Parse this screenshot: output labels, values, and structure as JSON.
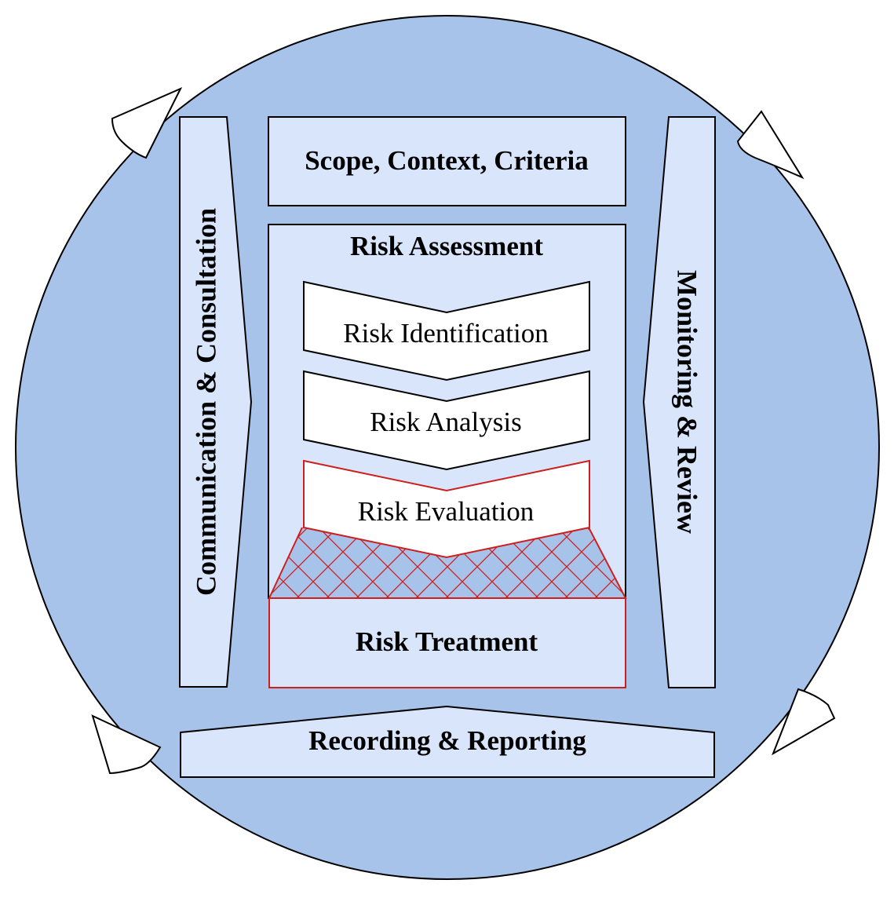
{
  "colors": {
    "circle_fill": "#a8c3ea",
    "box_fill": "#d8e5fb",
    "chevron_fill": "#ffffff",
    "outline": "#000000",
    "highlight": "#cc1f1f"
  },
  "labels": {
    "scope": "Scope, Context, Criteria",
    "assessment": "Risk Assessment",
    "identification": "Risk Identification",
    "analysis": "Risk Analysis",
    "evaluation": "Risk Evaluation",
    "treatment": "Risk Treatment",
    "communication": "Communication & Consultation",
    "monitoring": "Monitoring & Review",
    "recording": "Recording & Reporting"
  },
  "icons": {
    "cycle_arrows": [
      "arrowhead-icon",
      "arrowhead-icon",
      "arrowhead-icon",
      "arrowhead-icon"
    ]
  }
}
